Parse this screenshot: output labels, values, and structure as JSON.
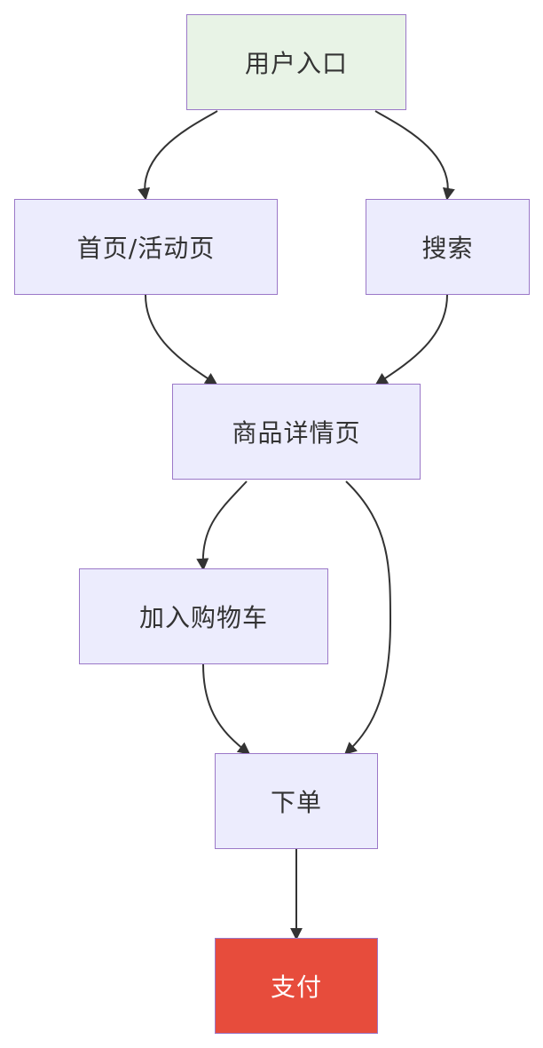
{
  "nodes": {
    "entry": {
      "label": "用户入口",
      "fill": "#e8f3e6"
    },
    "home": {
      "label": "首页/活动页",
      "fill": "#ececfd"
    },
    "search": {
      "label": "搜索",
      "fill": "#ececfd"
    },
    "detail": {
      "label": "商品详情页",
      "fill": "#ececfd"
    },
    "cart": {
      "label": "加入购物车",
      "fill": "#ececfd"
    },
    "order": {
      "label": "下单",
      "fill": "#ececfd"
    },
    "pay": {
      "label": "支付",
      "fill": "#e74c3c",
      "text_color": "#ffffff"
    }
  },
  "edges": [
    {
      "from": "entry",
      "to": "home"
    },
    {
      "from": "entry",
      "to": "search"
    },
    {
      "from": "home",
      "to": "detail"
    },
    {
      "from": "search",
      "to": "detail"
    },
    {
      "from": "detail",
      "to": "cart"
    },
    {
      "from": "detail",
      "to": "order"
    },
    {
      "from": "cart",
      "to": "order"
    },
    {
      "from": "order",
      "to": "pay"
    }
  ],
  "colors": {
    "node_border": "#9b78c8",
    "edge": "#333333"
  }
}
